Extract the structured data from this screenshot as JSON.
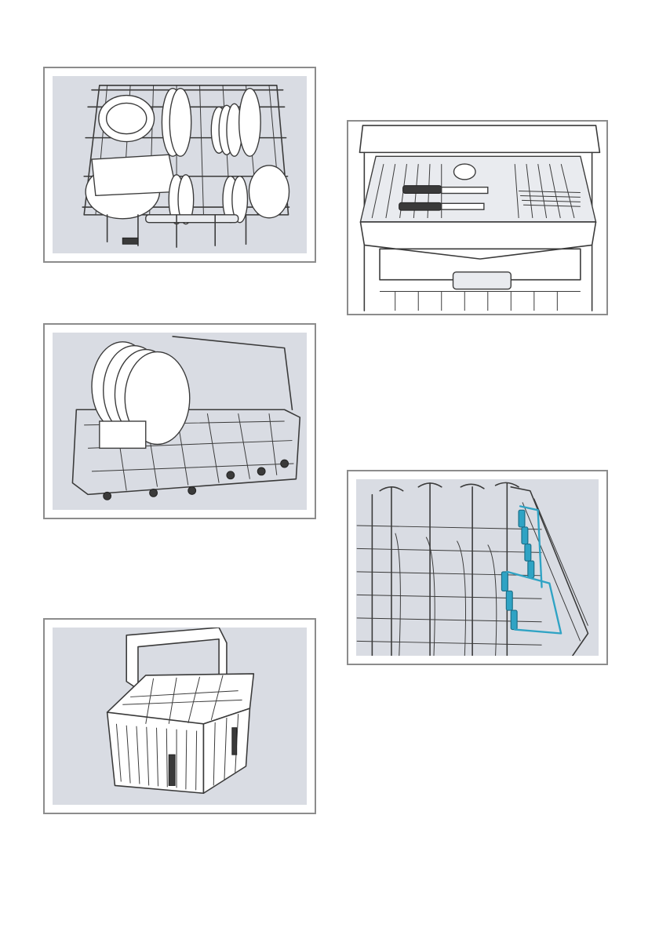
{
  "page": {
    "background": "#ffffff",
    "panel_border_color": "#8c8c8c",
    "panel_fill_color": "#d9dce3",
    "accent_color": "#2fa3c4"
  },
  "illustrations": [
    {
      "id": "upper-basket-loaded",
      "icon": "dish-rack-with-plates-icon"
    },
    {
      "id": "lower-basket-plates",
      "icon": "lower-basket-icon"
    },
    {
      "id": "cutlery-basket",
      "icon": "cutlery-basket-icon"
    },
    {
      "id": "cutlery-drawer",
      "icon": "cutlery-drawer-icon"
    },
    {
      "id": "foldable-tines",
      "icon": "foldable-tines-icon"
    }
  ]
}
